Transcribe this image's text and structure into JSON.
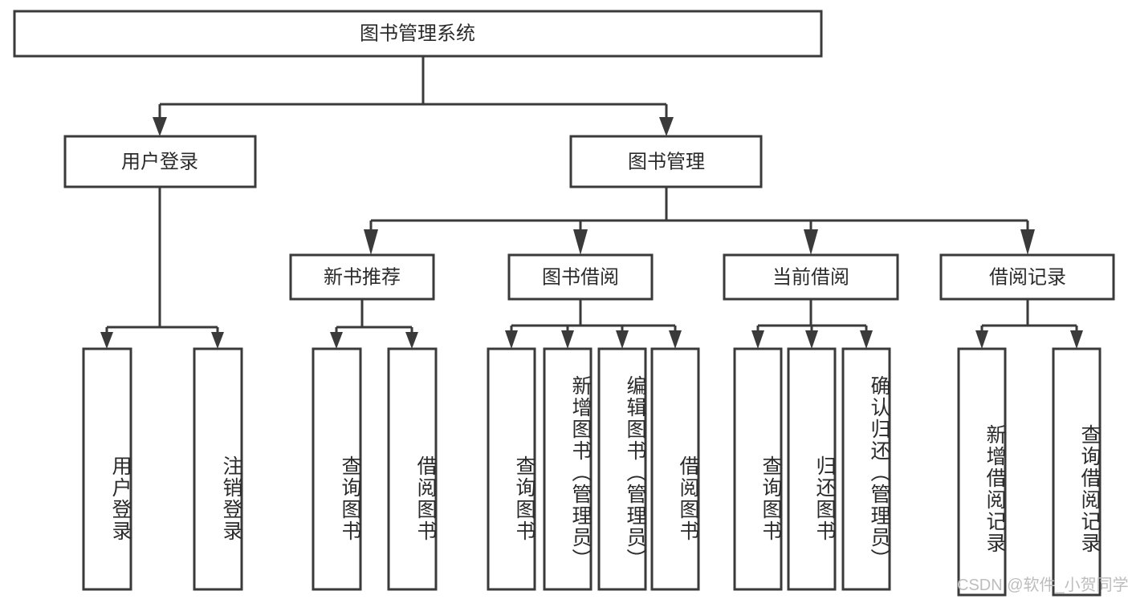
{
  "diagram": {
    "type": "hierarchy-tree",
    "title": "图书管理系统",
    "orientation": "top-down",
    "colors": {
      "box_stroke": "#3a3a3a",
      "box_fill": "#ffffff",
      "text": "#2b2b2b",
      "canvas": "#ffffff",
      "watermark": "#bdbdbd"
    },
    "levels": {
      "root": "图书管理系统",
      "level2": [
        "用户登录",
        "图书管理"
      ],
      "level3": [
        "新书推荐",
        "图书借阅",
        "当前借阅",
        "借阅记录"
      ]
    }
  },
  "nodes": {
    "root": {
      "label": "图书管理系统"
    },
    "user_login": {
      "label": "用户登录"
    },
    "book_manage": {
      "label": "图书管理"
    },
    "new_book_rec": {
      "label": "新书推荐"
    },
    "book_borrow": {
      "label": "图书借阅"
    },
    "current_borrow": {
      "label": "当前借阅"
    },
    "borrow_record": {
      "label": "借阅记录"
    },
    "leaf_user_login": {
      "label": "用户登录"
    },
    "leaf_logout": {
      "label": "注销登录"
    },
    "leaf_query_book_a": {
      "label": "查询图书"
    },
    "leaf_borrow_book_a": {
      "label": "借阅图书"
    },
    "leaf_query_book_b": {
      "label": "查询图书"
    },
    "leaf_add_book": {
      "label": "新增图书（管理员）"
    },
    "leaf_edit_book": {
      "label": "编辑图书（管理员）"
    },
    "leaf_borrow_book_b": {
      "label": "借阅图书"
    },
    "leaf_query_book_c": {
      "label": "查询图书"
    },
    "leaf_return_book": {
      "label": "归还图书"
    },
    "leaf_confirm_return": {
      "label": "确认归还（管理员）"
    },
    "leaf_add_record": {
      "label": "新增借阅记录"
    },
    "leaf_query_record": {
      "label": "查询借阅记录"
    }
  },
  "watermark": {
    "text": "CSDN @软件_小贺同学"
  }
}
